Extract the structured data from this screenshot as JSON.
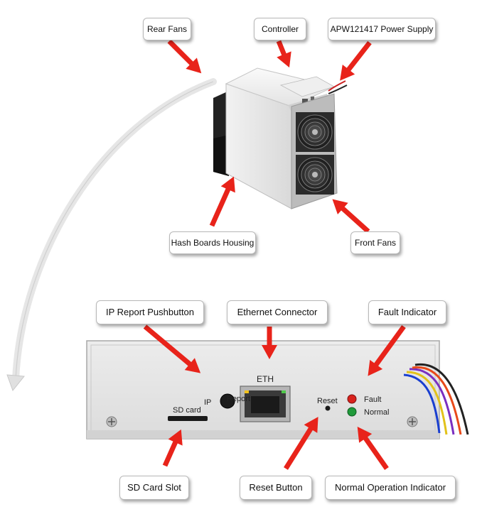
{
  "labels": {
    "rear_fans": "Rear Fans",
    "controller": "Controller",
    "power_supply": "APW121417 Power Supply",
    "hash_boards": "Hash Boards Housing",
    "front_fans": "Front Fans",
    "ip_report_button": "IP Report Pushbutton",
    "ethernet_connector": "Ethernet Connector",
    "fault_indicator": "Fault Indicator",
    "sd_card_slot": "SD Card Slot",
    "reset_button": "Reset Button",
    "normal_indicator": "Normal Operation Indicator"
  },
  "panel": {
    "eth": "ETH",
    "ip": "IP",
    "report": "Report",
    "sd_card": "SD card",
    "reset": "Reset",
    "fault": "Fault",
    "normal": "Normal"
  },
  "colors": {
    "arrow": "#e8231a",
    "fault_led": "#d8221c",
    "normal_led": "#1f9a3a"
  }
}
